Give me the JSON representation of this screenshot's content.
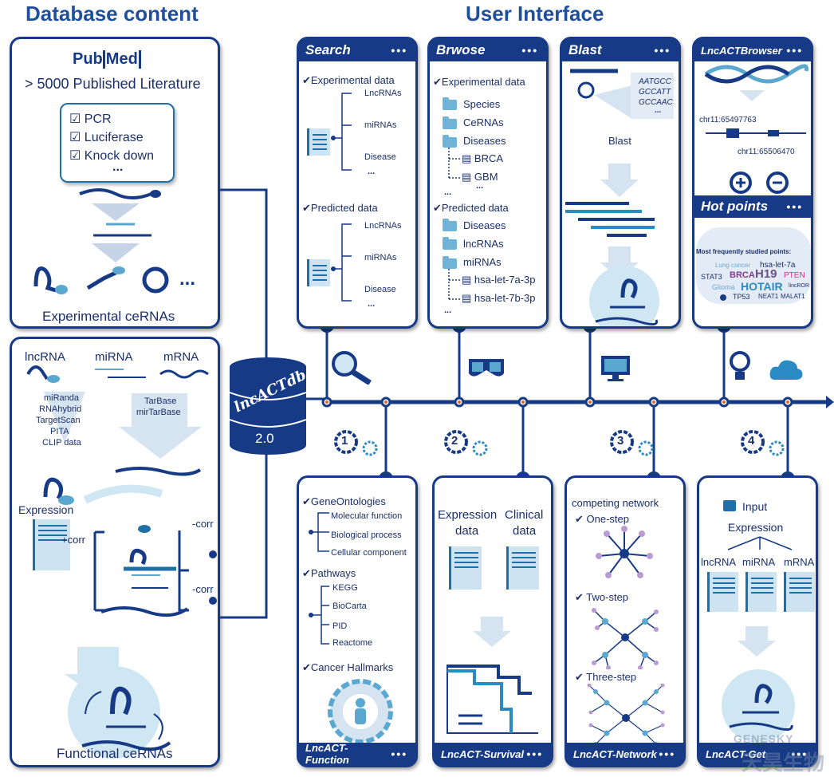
{
  "titles": {
    "database_content": "Database content",
    "user_interface": "User Interface"
  },
  "pubmed": {
    "logo_pub": "Pub",
    "logo_med": "Med",
    "literature": "> 5000 Published Literature",
    "methods": [
      "PCR",
      "Luciferase",
      "Knock down"
    ],
    "more": "...",
    "caption": "Experimental ceRNAs"
  },
  "prediction": {
    "col_lncrna": "lncRNA",
    "col_mirna": "miRNA",
    "col_mrna": "mRNA",
    "tools_left": [
      "miRanda",
      "RNAhybrid",
      "TargetScan",
      "PITA",
      "CLIP data"
    ],
    "tools_right": [
      "TarBase",
      "mirTarBase"
    ],
    "expression": "Expression",
    "pos_corr": "+corr",
    "neg_corr_1": "-corr",
    "neg_corr_2": "-corr",
    "caption": "Functional ceRNAs"
  },
  "db": {
    "name": "lncACTdb",
    "version": "2.0"
  },
  "search": {
    "title": "Search",
    "dots": "•••",
    "experimental": "Experimental data",
    "items_a": [
      "LncRNAs",
      "miRNAs",
      "Disease",
      "..."
    ],
    "predicted": "Predicted data",
    "items_b": [
      "LncRNAs",
      "miRNAs",
      "Disease",
      "..."
    ]
  },
  "browse": {
    "title": "Brwose",
    "dots": "•••",
    "experimental": "Experimental data",
    "folders_a": [
      "Species",
      "CeRNAs",
      "Diseases"
    ],
    "files_a": [
      "BRCA",
      "GBM"
    ],
    "ellipsis_a": "...",
    "ellipsis_a2": "...",
    "predicted": "Predicted data",
    "folders_b": [
      "Diseases",
      "lncRNAs",
      "miRNAs"
    ],
    "files_b": [
      "hsa-let-7a-3p",
      "hsa-let-7b-3p"
    ],
    "ellipsis_b": "..."
  },
  "blast": {
    "title": "Blast",
    "dots": "•••",
    "seq": [
      "AATGCC",
      "GCCATT",
      "GCCAAC"
    ],
    "seq_more": "...",
    "label": "Blast"
  },
  "browser": {
    "title": "LncACTBrowser",
    "dots": "•••",
    "chr_a": "chr11:65497763",
    "chr_b": "chr11:65506470"
  },
  "hotpoints": {
    "title": "Hot points",
    "dots": "•••",
    "subtitle": "Most frequently studied points:",
    "words": [
      "Lung cancer",
      "hsa-let-7a",
      "STAT3",
      "BRCA",
      "H19",
      "PTEN",
      "Glioma",
      "HOTAIR",
      "lincROR",
      "TP53",
      "NEAT1",
      "MALAT1"
    ]
  },
  "function": {
    "title": "LncACT-Function",
    "dots": "•••",
    "go": "GeneOntologies",
    "go_items": [
      "Molecular function",
      "Biological process",
      "Cellular component"
    ],
    "pathways": "Pathways",
    "pathway_items": [
      "KEGG",
      "BioCarta",
      "PID",
      "Reactome"
    ],
    "hallmarks": "Cancer Hallmarks"
  },
  "survival": {
    "title": "LncACT-Survival",
    "dots": "•••",
    "expr": "Expression",
    "expr2": "data",
    "clin": "Clinical",
    "clin2": "data"
  },
  "network": {
    "title": "LncACT-Network",
    "dots": "•••",
    "heading": "competing network",
    "steps": [
      "One-step",
      "Two-step",
      "Three-step"
    ]
  },
  "get": {
    "title": "LncACT-Get",
    "dots": "•••",
    "input": "Input",
    "expression": "Expression",
    "cols": [
      "lncRNA",
      "miRNA",
      "mRNA"
    ]
  },
  "steps": [
    "1",
    "2",
    "3",
    "4"
  ],
  "watermark": {
    "latin": "GENESKY",
    "cn": "天昊生物"
  },
  "colors": {
    "navy": "#173a86",
    "light_blue": "#cfe6f3",
    "mid_blue": "#5aa7cf",
    "title_blue": "#1f4f9a"
  }
}
